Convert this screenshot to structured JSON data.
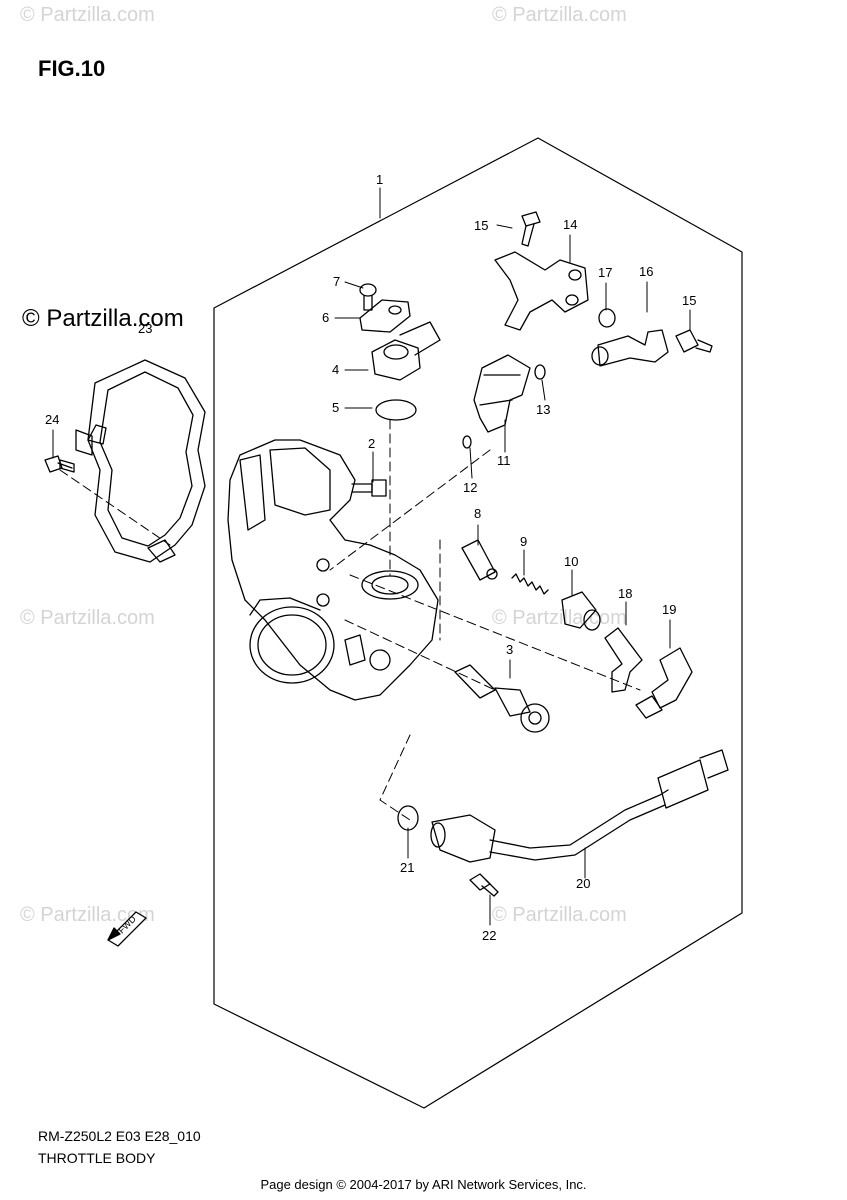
{
  "figure": {
    "title": "FIG.10"
  },
  "watermarks": {
    "text": "© Partzilla.com",
    "main": "© Partzilla.com"
  },
  "parts": [
    {
      "n": "1"
    },
    {
      "n": "2"
    },
    {
      "n": "3"
    },
    {
      "n": "4"
    },
    {
      "n": "5"
    },
    {
      "n": "6"
    },
    {
      "n": "7"
    },
    {
      "n": "8"
    },
    {
      "n": "9"
    },
    {
      "n": "10"
    },
    {
      "n": "11"
    },
    {
      "n": "12"
    },
    {
      "n": "13"
    },
    {
      "n": "14"
    },
    {
      "n": "15"
    },
    {
      "n": "15"
    },
    {
      "n": "16"
    },
    {
      "n": "17"
    },
    {
      "n": "18"
    },
    {
      "n": "19"
    },
    {
      "n": "20"
    },
    {
      "n": "21"
    },
    {
      "n": "22"
    },
    {
      "n": "23"
    },
    {
      "n": "24"
    }
  ],
  "fwd_label": "FWD",
  "footer": {
    "model_code": "RM-Z250L2 E03 E28_010",
    "section_name": "THROTTLE BODY",
    "credit": "Page design © 2004-2017 by ARI Network Services, Inc."
  }
}
